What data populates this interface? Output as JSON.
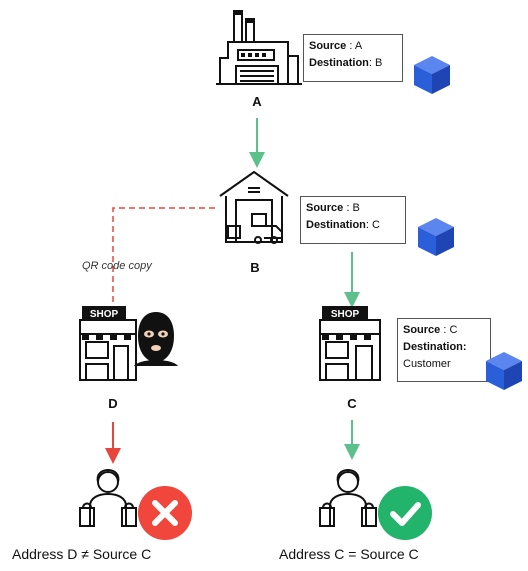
{
  "nodes": {
    "a": {
      "label": "A",
      "source_key": "Source",
      "source_value": ": A",
      "dest_key": "Destination",
      "dest_value": ": B"
    },
    "b": {
      "label": "B",
      "source_key": "Source",
      "source_value": ": B",
      "dest_key": "Destination",
      "dest_value": ": C"
    },
    "c": {
      "label": "C",
      "source_key": "Source",
      "source_value": ": C",
      "dest_key": "Destination:",
      "dest_value": "Customer"
    },
    "d": {
      "label": "D"
    }
  },
  "qr_label": "QR code copy",
  "shop_sign": "SHOP",
  "captions": {
    "left": "Address D ≠ Source C",
    "right": "Address C = Source C"
  },
  "icons": {
    "factory": "factory-icon",
    "warehouse": "warehouse-icon",
    "shop": "shop-icon",
    "thief": "thief-mask-icon",
    "customer": "customer-icon",
    "cube": "blockchain-cube-icon",
    "reject": "cross-icon",
    "accept": "check-icon"
  },
  "colors": {
    "green_arrow": "#5cc08a",
    "red_arrow": "#e8463c",
    "cube_blue": "#2b5fd9",
    "reject_red": "#f0463c",
    "accept_green": "#21b46a"
  }
}
